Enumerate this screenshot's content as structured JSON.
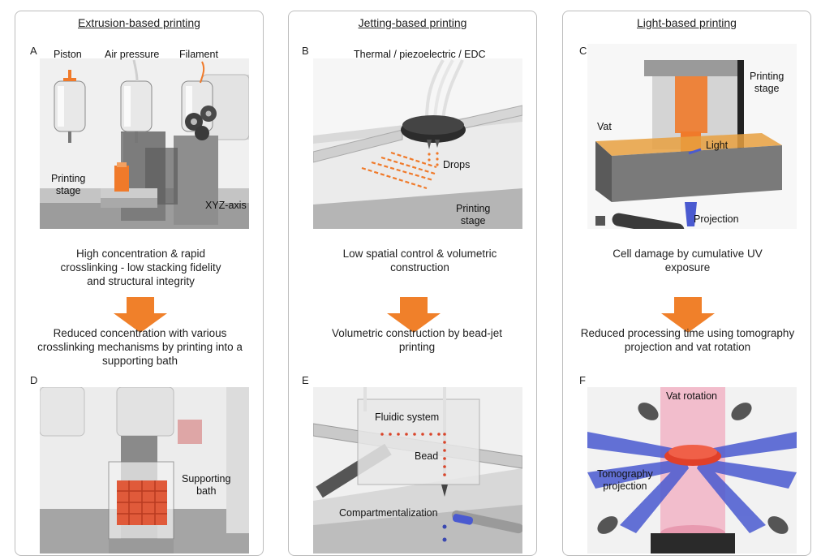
{
  "panels": [
    {
      "title": "Extrusion-based printing",
      "top_letter": "A",
      "top_labels": {
        "piston": "Piston",
        "air": "Air pressure",
        "filament": "Filament",
        "stage": "Printing\nstage",
        "xyz": "XYZ-axis"
      },
      "problem": "High concentration & rapid crosslinking - low stacking fidelity and structural integrity",
      "solution": "Reduced concentration with various crosslinking mechanisms by printing into a supporting bath",
      "bottom_letter": "D",
      "bottom_labels": {
        "bath": "Supporting\nbath"
      }
    },
    {
      "title": "Jetting-based printing",
      "top_letter": "B",
      "top_labels": {
        "head": "Thermal / piezoelectric / EDC",
        "drops": "Drops",
        "stage": "Printing\nstage"
      },
      "problem": "Low spatial control & volumetric construction",
      "solution": "Volumetric construction by bead-jet printing",
      "bottom_letter": "E",
      "bottom_labels": {
        "fluidic": "Fluidic system",
        "bead": "Bead",
        "compart": "Compartmentalization"
      }
    },
    {
      "title": "Light-based printing",
      "top_letter": "C",
      "top_labels": {
        "stage": "Printing\nstage",
        "vat": "Vat",
        "light": "Light",
        "projection": "Projection"
      },
      "problem": "Cell damage by cumulative UV exposure",
      "solution": "Reduced processing time using tomography projection and vat rotation",
      "bottom_letter": "F",
      "bottom_labels": {
        "vat_rotation": "Vat rotation",
        "tomo": "Tomography\nprojection"
      }
    }
  ],
  "colors": {
    "arrow": "#f0802a",
    "orange": "#f07a2a",
    "blue": "#4a5ad0",
    "pink": "#f2b4c6",
    "gray": "#9a9a9a"
  }
}
